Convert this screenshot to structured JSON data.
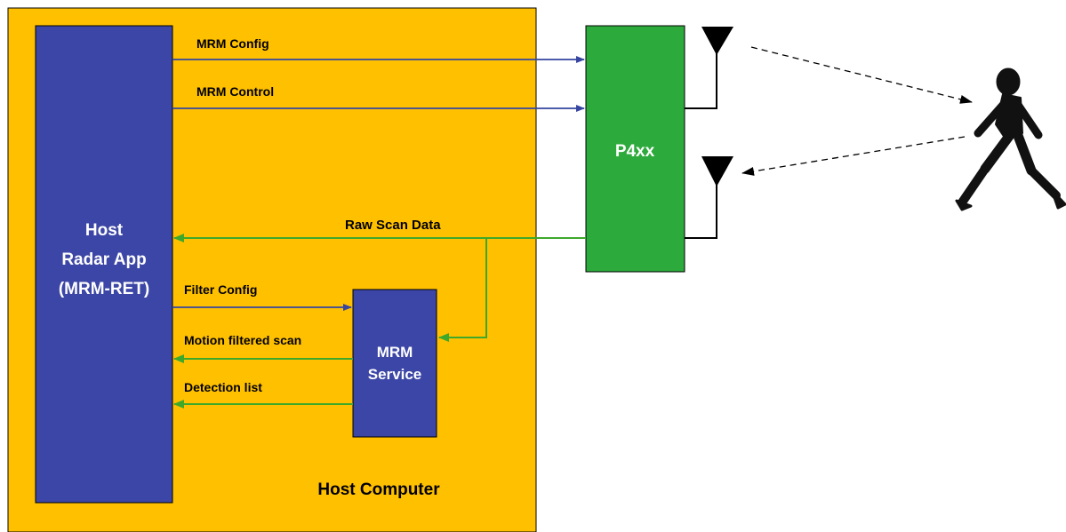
{
  "colors": {
    "host_bg": "#FFC000",
    "app_box": "#3C46A6",
    "p4xx_box": "#2DAA3C",
    "blue_arrow": "#3545A0",
    "green_arrow": "#3EA82A"
  },
  "host": {
    "label": "Host Computer",
    "app": {
      "line1": "Host",
      "line2": "Radar App",
      "line3": "(MRM-RET)"
    },
    "service": {
      "line1": "MRM",
      "line2": "Service"
    }
  },
  "device": {
    "label": "P4xx"
  },
  "signals": {
    "mrm_config": "MRM Config",
    "mrm_control": "MRM Control",
    "raw_scan": "Raw Scan Data",
    "filter_config": "Filter Config",
    "motion_scan": "Motion filtered scan",
    "detection_list": "Detection list"
  },
  "icons": {
    "antenna_tx": "antenna-icon",
    "antenna_rx": "antenna-icon",
    "person": "walking-person-icon"
  }
}
